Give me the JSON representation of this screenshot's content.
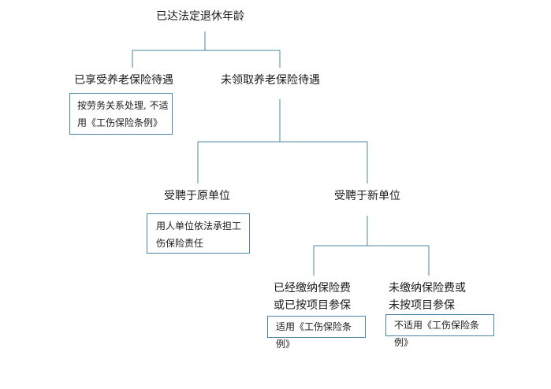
{
  "diagram": {
    "root": "已达法定退休年龄",
    "branch_a": {
      "label": "已享受养老保险待遇",
      "note_line1": "按劳务关系处理, 不适",
      "note_line2": "用《工伤保险条例》"
    },
    "branch_b": {
      "label": "未领取养老保险待遇",
      "sub_original": {
        "label": "受聘于原单位",
        "note_line1": "用人单位依法承担工",
        "note_line2": "伤保险责任"
      },
      "sub_new": {
        "label": "受聘于新单位",
        "paid": {
          "label_line1": "已经缴纳保险费",
          "label_line2": "或已按项目参保",
          "note": "适用《工伤保险条例》"
        },
        "unpaid": {
          "label_line1": "未缴纳保险费或",
          "label_line2": "未按项目参保",
          "note": "不适用《工伤保险条例》"
        }
      }
    }
  },
  "colors": {
    "connector": "#4a84a6",
    "box_border": "#4a84a6",
    "text": "#1a1a1a"
  }
}
